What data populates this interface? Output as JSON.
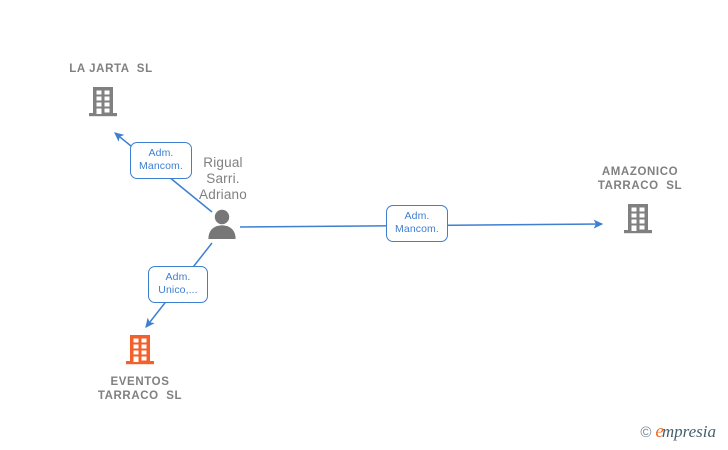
{
  "diagram": {
    "type": "corporate-relationship-graph",
    "background": "#ffffff",
    "colors": {
      "edge": "#3d7fd1",
      "label_text": "#3d7fd1",
      "company_gray": "#808080",
      "company_orange": "#f4602a",
      "person_gray": "#777777",
      "node_text": "#808080"
    },
    "center_person": {
      "name": "Rigual\nSarri.\nAdriano",
      "icon": "person-icon"
    },
    "companies": [
      {
        "id": "la-jarta",
        "name": "LA JARTA  SL",
        "icon": "building-icon",
        "color": "#808080"
      },
      {
        "id": "amazonico-tarraco",
        "name": "AMAZONICO\nTARRACO  SL",
        "icon": "building-icon",
        "color": "#808080"
      },
      {
        "id": "eventos-tarraco",
        "name": "EVENTOS\nTARRACO  SL",
        "icon": "building-icon",
        "color": "#f4602a"
      }
    ],
    "relations": [
      {
        "id": "rel-la-jarta",
        "label": "Adm.\nMancom.",
        "from": "rigual-sarri-adriano",
        "to": "la-jarta"
      },
      {
        "id": "rel-amazonico",
        "label": "Adm.\nMancom.",
        "from": "rigual-sarri-adriano",
        "to": "amazonico-tarraco"
      },
      {
        "id": "rel-eventos",
        "label": "Adm.\nUnico,...",
        "from": "rigual-sarri-adriano",
        "to": "eventos-tarraco"
      }
    ]
  },
  "watermark": {
    "copyright": "©",
    "brand_first": "e",
    "brand_rest": "mpresia"
  }
}
